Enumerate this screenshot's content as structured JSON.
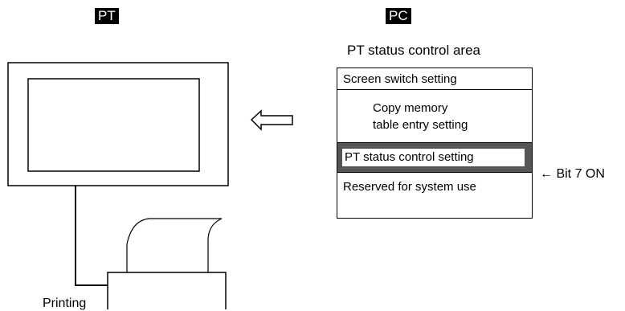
{
  "labels": {
    "pt": "PT",
    "pc": "PC"
  },
  "status_area": {
    "title": "PT status control area",
    "rows": [
      "Screen switch setting",
      "Copy memory",
      "table entry setting",
      "PT status control setting",
      "Reserved for system use"
    ],
    "highlighted_index": 3
  },
  "annotation": {
    "bit": "← Bit 7 ON",
    "printing": "Printing"
  },
  "colors": {
    "highlight_fill": "#555555",
    "label_background": "#000000"
  }
}
